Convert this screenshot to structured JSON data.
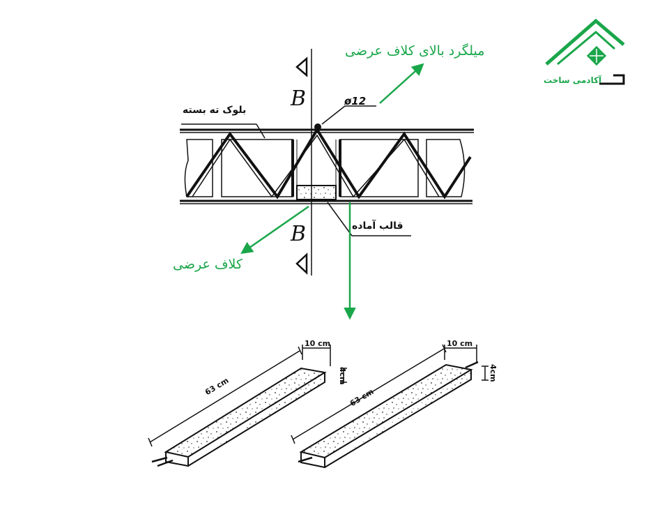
{
  "labels": {
    "mesh_above_tie": "میلگرد بالای کلاف عرضی",
    "cross_tie": "کلاف عرضی",
    "closed_block": "بلوک ته بسته",
    "precast_form": "قالب آماده",
    "section_mark": "B",
    "rebar_diameter": "ø12"
  },
  "beams": {
    "left": {
      "length": "63 cm",
      "width": "10 cm",
      "height": "4cm"
    },
    "right": {
      "length": "63 cm",
      "width": "10 cm",
      "height": "4cm"
    }
  },
  "logo": {
    "text": "آکادمی ساخت"
  },
  "colors": {
    "accent": "#1aa64a",
    "ink": "#111111"
  }
}
